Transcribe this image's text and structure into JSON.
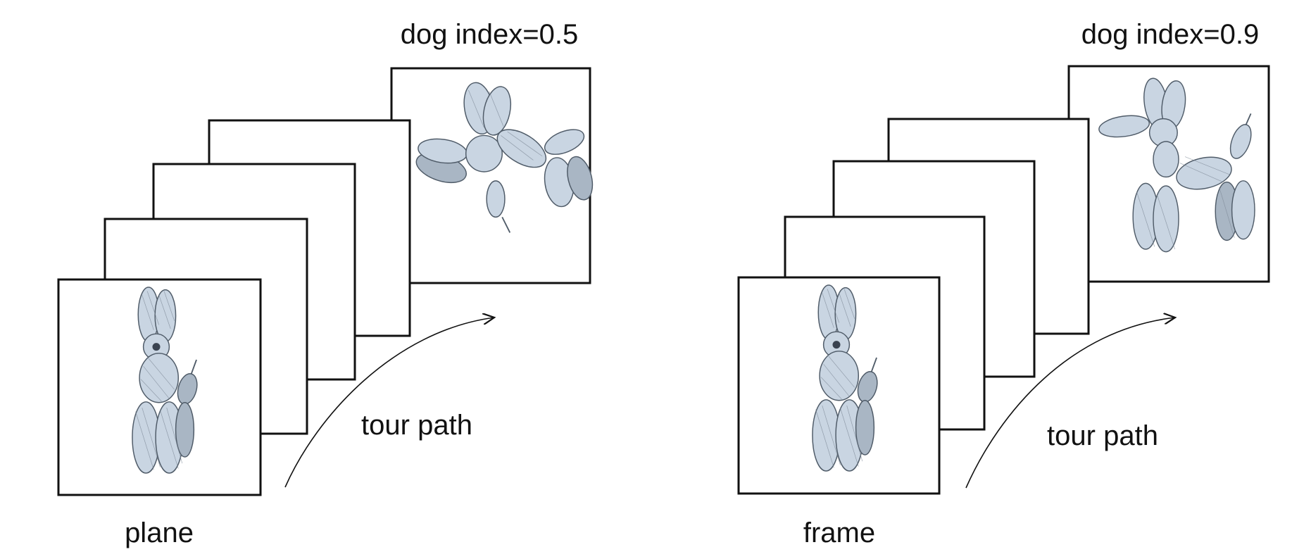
{
  "panels": [
    {
      "id": "left",
      "index_label": "dog index=0.5",
      "path_label": "tour path",
      "start_label": "plane"
    },
    {
      "id": "right",
      "index_label": "dog index=0.9",
      "path_label": "tour path",
      "start_label": "frame"
    }
  ],
  "colors": {
    "frame_stroke": "#111111",
    "balloon_fill": "#c9d5e2",
    "balloon_shade": "#a9b6c4",
    "balloon_outline": "#4f5b68"
  },
  "icons": [
    "balloon-dog-sitting-icon",
    "balloon-dog-walking-icon",
    "balloon-dog-standing-icon"
  ]
}
